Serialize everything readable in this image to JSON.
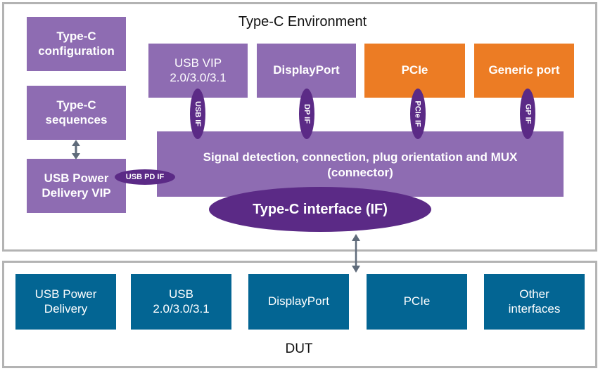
{
  "environment": {
    "title": "Type-C Environment",
    "left_boxes": [
      {
        "label": "Type-C\nconfiguration"
      },
      {
        "label": "Type-C\nsequences"
      },
      {
        "label": "USB Power\nDelivery VIP"
      }
    ],
    "top_boxes": [
      {
        "label": "USB VIP\n2.0/3.0/3.1",
        "color": "#8e6cb2",
        "if_label": "USB IF"
      },
      {
        "label": "DisplayPort",
        "color": "#8e6cb2",
        "if_label": "DP IF"
      },
      {
        "label": "PCIe",
        "color": "#ec7c24",
        "if_label": "PCIe IF"
      },
      {
        "label": "Generic port",
        "color": "#ec7c24",
        "if_label": "GP IF"
      }
    ],
    "usb_pd_if_label": "USB PD IF",
    "signal_block": {
      "line1": "Signal detection, connection, plug orientation and MUX",
      "line2": "(connector)"
    },
    "typec_if_label": "Type-C interface (IF)"
  },
  "dut": {
    "title": "DUT",
    "boxes": [
      {
        "label": "USB Power\nDelivery"
      },
      {
        "label": "USB\n2.0/3.0/3.1"
      },
      {
        "label": "DisplayPort"
      },
      {
        "label": "PCIe"
      },
      {
        "label": "Other\ninterfaces"
      }
    ]
  },
  "colors": {
    "vip_purple": "#8e6cb2",
    "interface_purple": "#5b2a86",
    "protocol_orange": "#ec7c24",
    "dut_teal": "#036593",
    "border_gray": "#b3b3b3",
    "arrow_gray": "#5f6b7a"
  }
}
